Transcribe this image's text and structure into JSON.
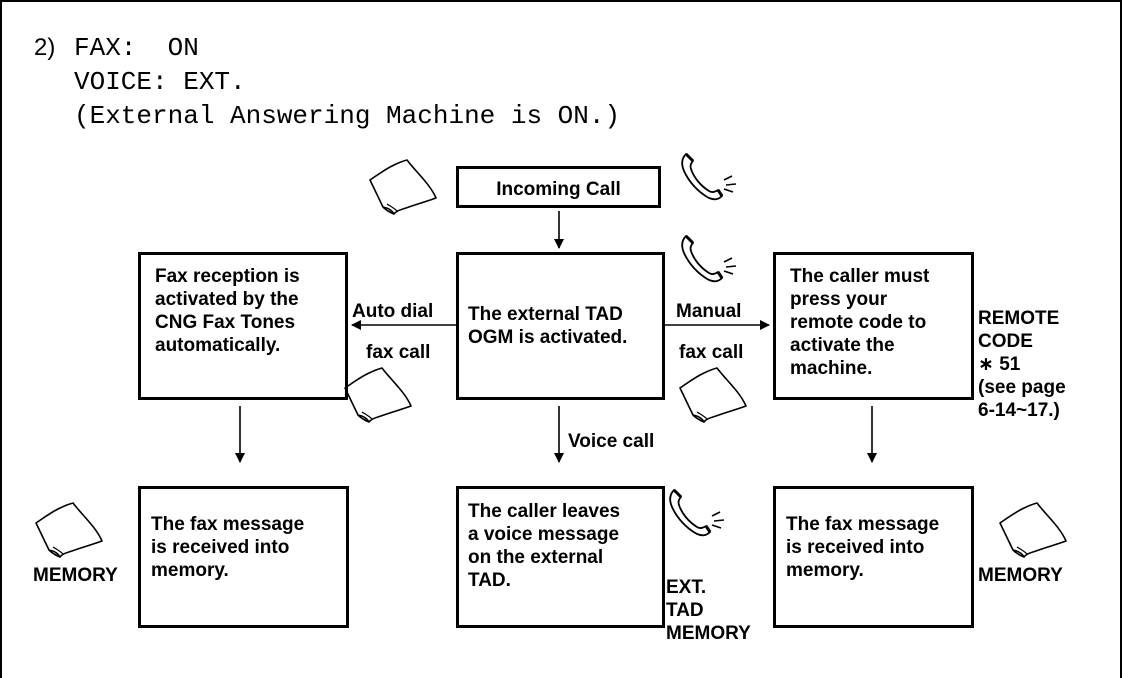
{
  "header": {
    "number": "2)",
    "line1": "FAX:  ON",
    "line2": "VOICE: EXT.",
    "line3": "(External Answering Machine is ON.)"
  },
  "boxes": {
    "incoming": "Incoming Call",
    "fax_reception": "Fax reception is\nactivated by the\nCNG Fax Tones\nautomatically.",
    "tad_ogm": "The external TAD\nOGM is activated.",
    "caller_must": "The caller must\npress your\nremote code to\nactivate the\nmachine.",
    "fax_memory_left": "The fax message\nis received into\nmemory.",
    "voice_message": "The caller leaves\na voice message\non the external\nTAD.",
    "fax_memory_right": "The fax message\nis received into\nmemory."
  },
  "labels": {
    "auto_dial": "Auto dial",
    "fax_call_left": "fax call",
    "manual": "Manual",
    "fax_call_right": "fax call",
    "voice_call": "Voice call",
    "remote_code": "REMOTE\nCODE\n∗ 51\n(see page\n6-14~17.)",
    "memory_left": "MEMORY",
    "ext_tad_memory": "EXT.\nTAD\nMEMORY",
    "memory_right": "MEMORY"
  },
  "icons": [
    "paper-icon",
    "phone-handset-icon"
  ]
}
